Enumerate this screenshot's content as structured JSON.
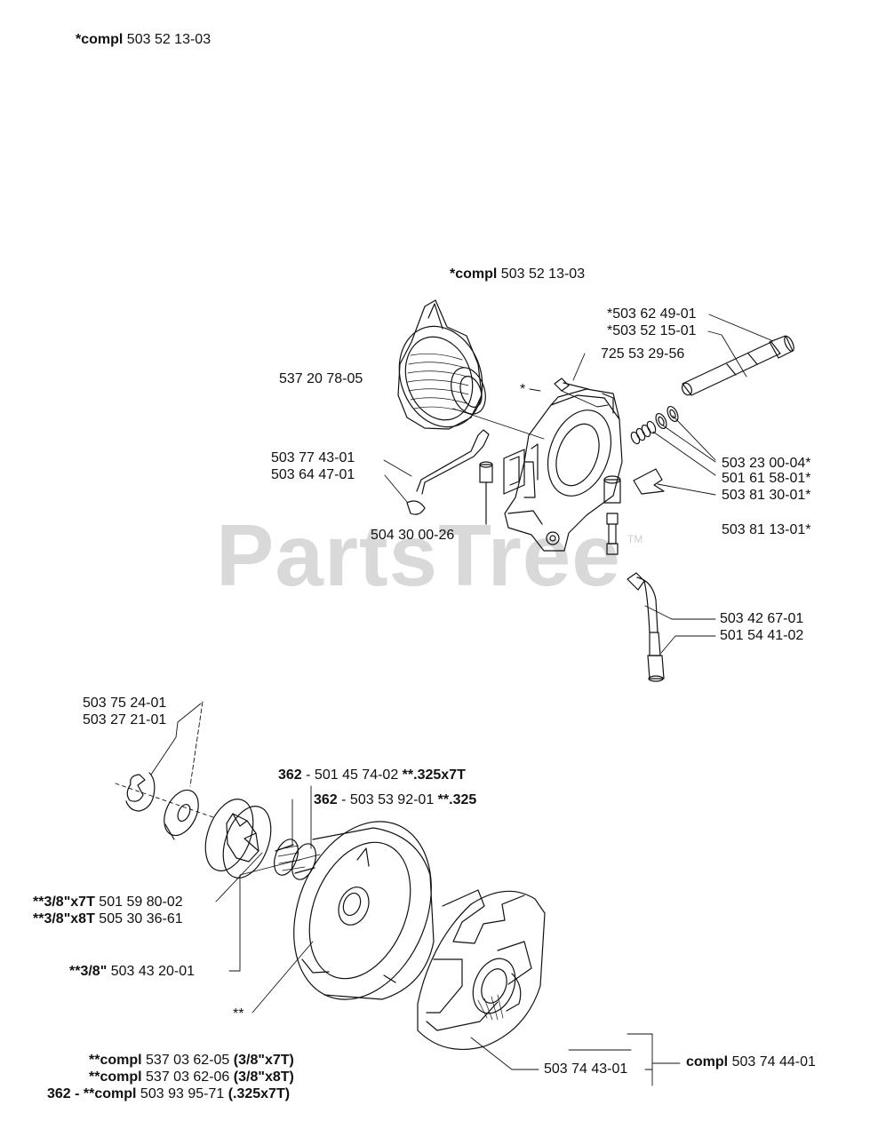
{
  "watermark": {
    "text": "PartsTree",
    "tm": "TM",
    "color": "#d9d9d9"
  },
  "labels": {
    "top_compl_bold": "*compl",
    "top_compl_num": "503 52 13-03",
    "pump_compl_bold": "*compl",
    "pump_compl_num": "503 52 13-03",
    "p_537207805": "537 20 78-05",
    "p_503624901": "*503 62 49-01",
    "p_503521501": "*503 52 15-01",
    "p_725532956": "725 53 29-56",
    "star": "*",
    "p_503774301": "503 77 43-01",
    "p_503644701": "503 64 47-01",
    "p_504300026": "504 30 00-26",
    "p_503230004": "503 23 00-04*",
    "p_501615801": "501 61 58-01*",
    "p_503813001": "503 81 30-01*",
    "p_503811301": "503 81 13-01*",
    "p_503426701": "503 42 67-01",
    "p_501544102": "501 54 41-02",
    "p_503752401": "503 75 24-01",
    "p_503272101": "503 27 21-01",
    "l362a_bold": "362",
    "l362a_mid": " - 501 45 74-02 ",
    "l362a_tail": "**.325x7T",
    "l362b_bold": "362",
    "l362b_mid": " - 503 53 92-01 ",
    "l362b_tail": "**.325",
    "rim1_bold": "**3/8\"x7T",
    "rim1_num": " 501 59 80-02",
    "rim2_bold": "**3/8\"x8T",
    "rim2_num": " 505 30 36-61",
    "drum_bold": "**3/8\"",
    "drum_num": " 503 43 20-01",
    "double_star": "**",
    "c1_bold": "**compl",
    "c1_num": " 537 03 62-05 ",
    "c1_tail": "(3/8\"x7T)",
    "c2_bold": "**compl",
    "c2_num": " 537 03 62-06 ",
    "c2_tail": "(3/8\"x8T)",
    "c3_bold": "362 - **compl",
    "c3_num": " 503 93 95-71 ",
    "c3_tail": "(.325x7T)",
    "p_503744301": "503 74 43-01",
    "clutch_compl_bold": "compl",
    "clutch_compl_num": " 503 74 44-01"
  }
}
